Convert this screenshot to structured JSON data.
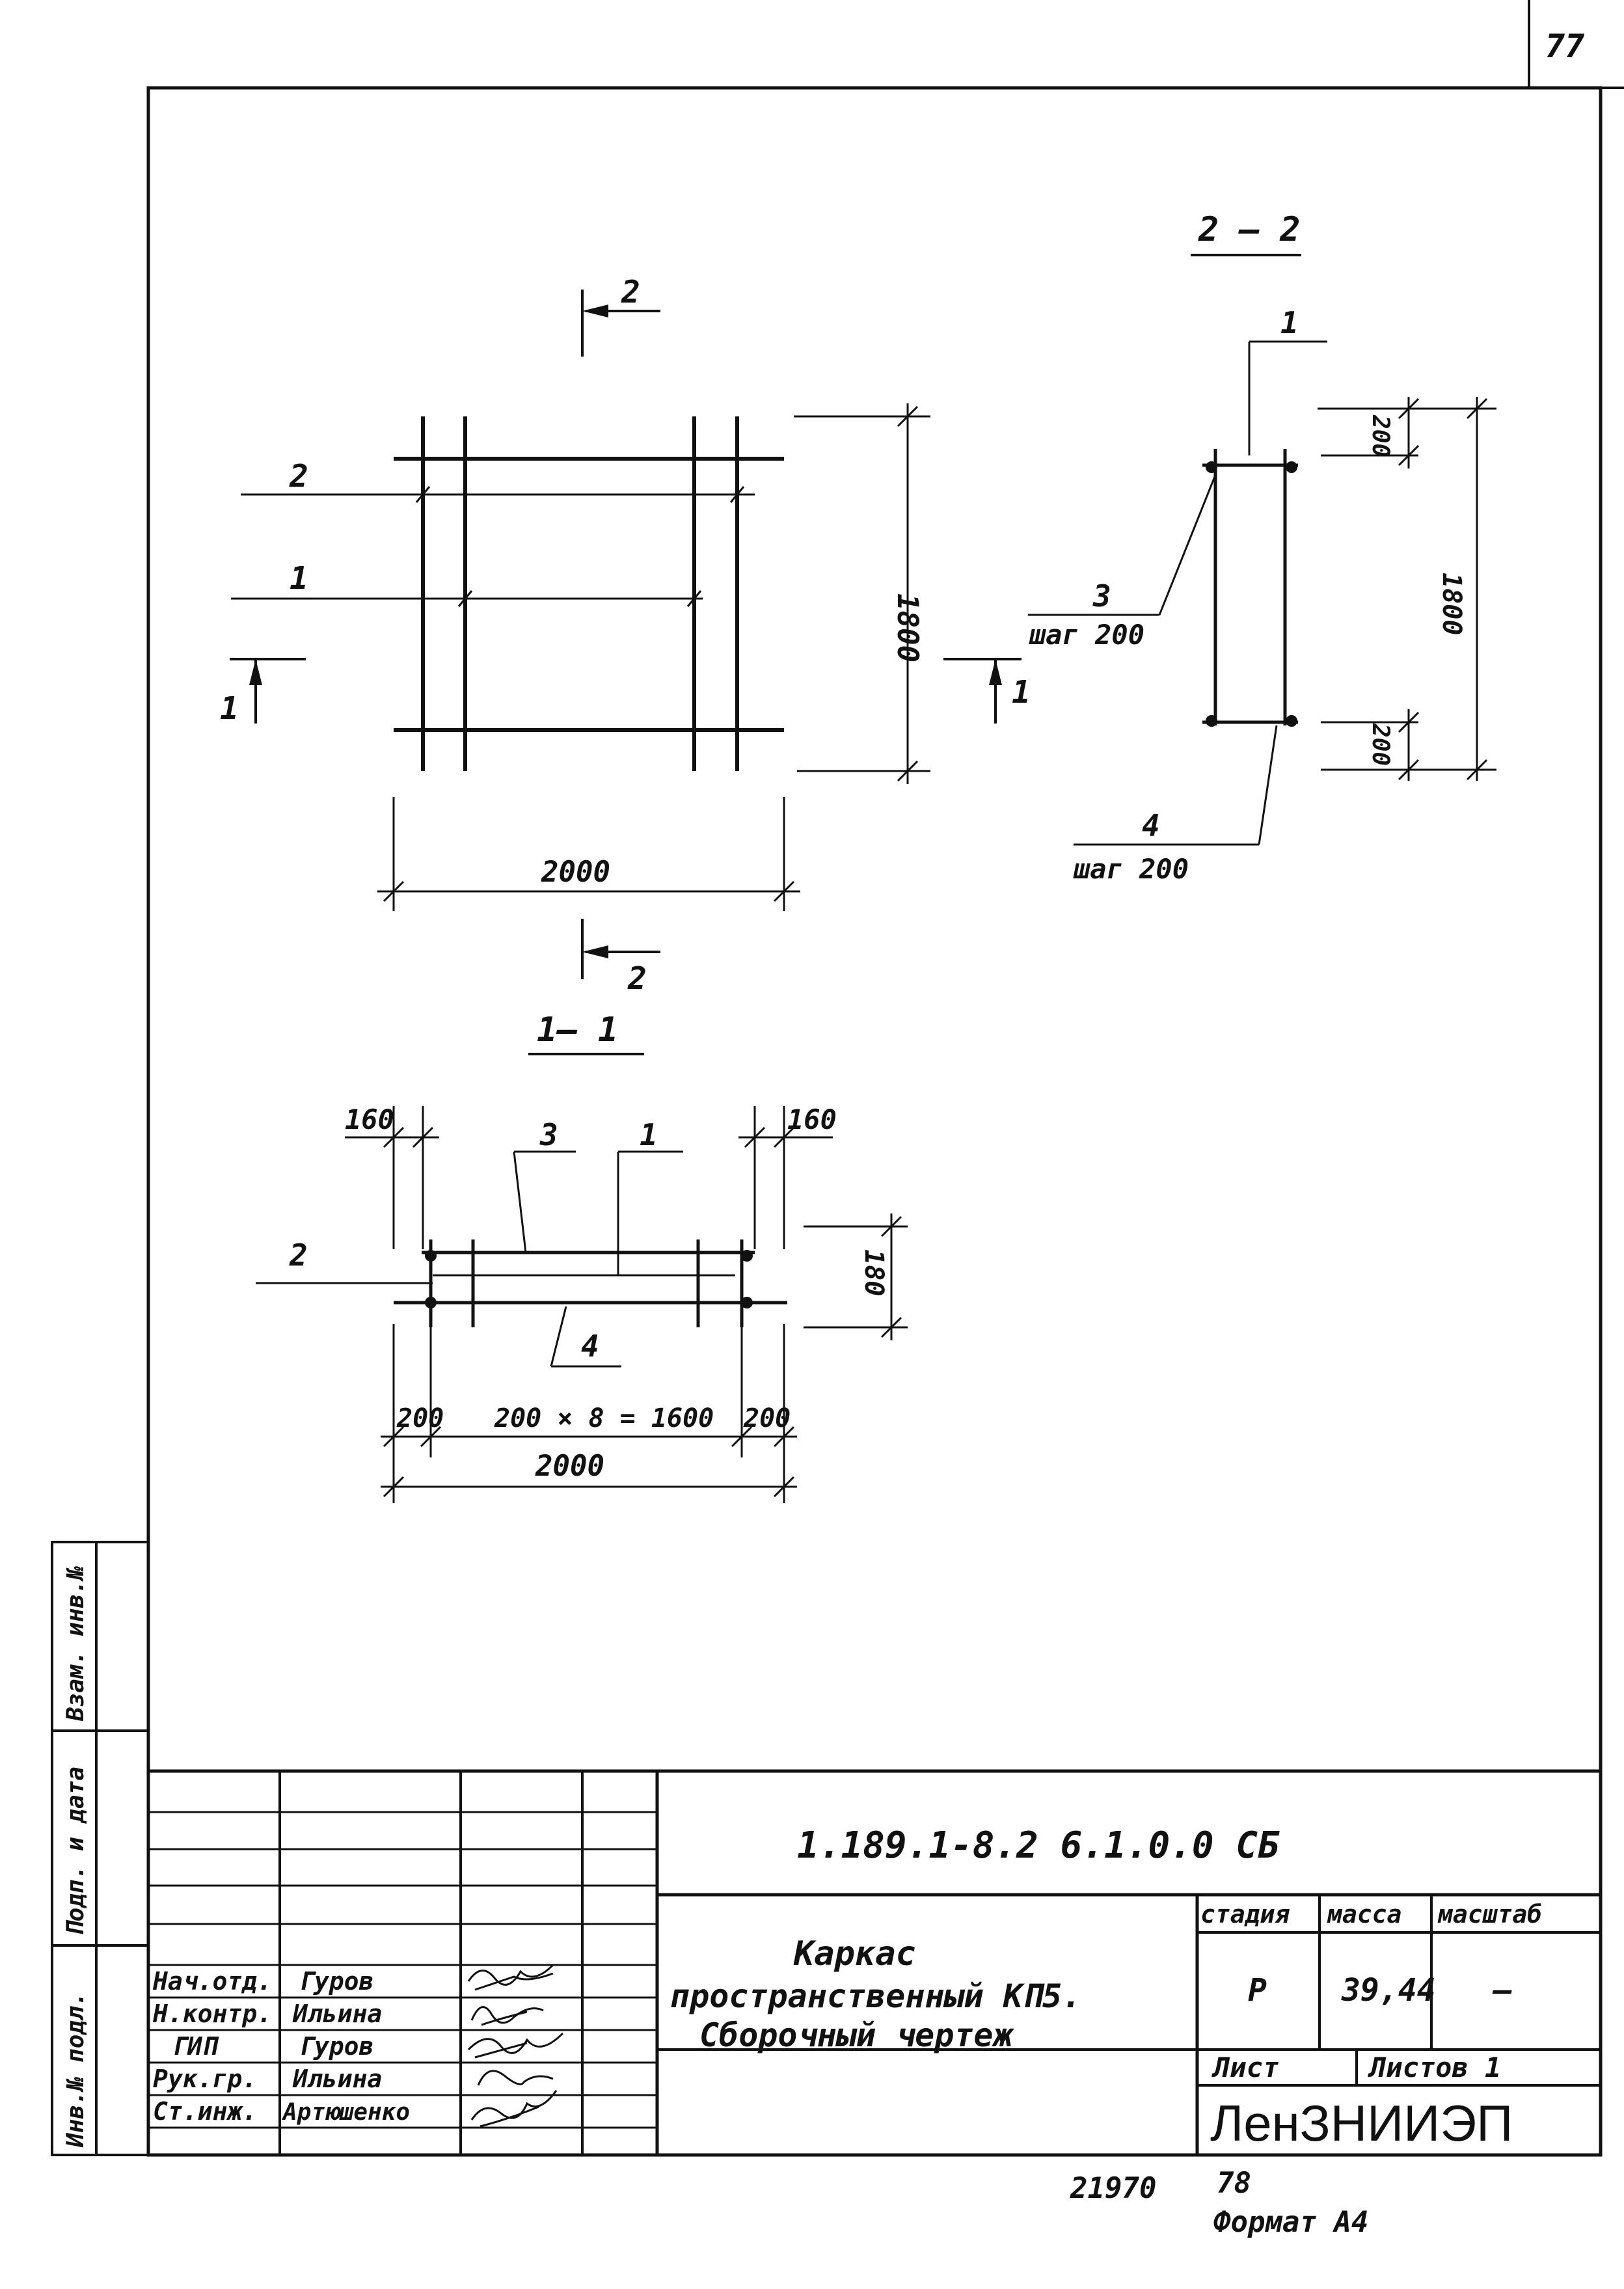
{
  "sheet_number": "77",
  "plan": {
    "section_mark_top": "2",
    "section_mark_bottom": "2",
    "section_mark_left": "1",
    "section_mark_right": "1",
    "callout_2": "2",
    "callout_1": "1",
    "dim_height": "1800",
    "dim_width": "2000"
  },
  "section_2_2": {
    "title": "2 — 2",
    "callout_1": "1",
    "callout_3": "3",
    "callout_3_step": "шаг 200",
    "callout_4": "4",
    "callout_4_step": "шаг 200",
    "dim_top": "200",
    "dim_total": "1800",
    "dim_bottom": "200"
  },
  "section_1_1": {
    "title": "1— 1",
    "dim_left_160": "160",
    "dim_right_160": "160",
    "callout_3": "3",
    "callout_1": "1",
    "callout_2": "2",
    "callout_4": "4",
    "dim_height": "180",
    "dim_left_200": "200",
    "dim_middle": "200 × 8 = 1600",
    "dim_right_200": "200",
    "dim_total": "2000"
  },
  "side_stamp": {
    "label_1": "Инв.№ подл.",
    "label_2": "Подп. и дата",
    "label_3": "Взам. инв.№"
  },
  "title_block": {
    "designation": "1.189.1-8.2        6.1.0.0 СБ",
    "title_line_1": "Каркас",
    "title_line_2": "пространственный  КП5.",
    "title_line_3": "Сборочный  чертеж",
    "header_stage": "стадия",
    "header_mass": "масса",
    "header_scale": "масштаб",
    "stage_value": "Р",
    "mass_value": "39,44",
    "scale_value": "—",
    "sheet_label": "Лист",
    "sheets_label": "Листов 1",
    "organization": "ЛенЗНИИЭП",
    "signers": [
      {
        "role": "Нач.отд.",
        "name": "Гуров"
      },
      {
        "role": "Н.контр.",
        "name": "Ильина"
      },
      {
        "role": "ГИП",
        "name": "Гуров"
      },
      {
        "role": "Рук.гр.",
        "name": "Ильина"
      },
      {
        "role": "Ст.инж.",
        "name": "Артюшенко"
      }
    ]
  },
  "footer": {
    "inventory": "21970",
    "page": "78",
    "format": "Формат А4"
  }
}
